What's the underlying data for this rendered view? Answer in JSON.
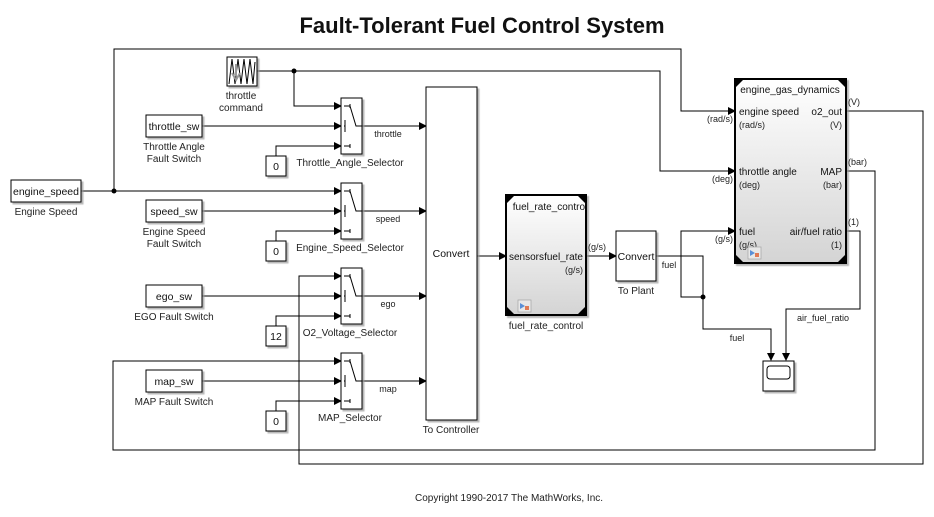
{
  "title": "Fault-Tolerant Fuel Control System",
  "copyright": "Copyright 1990-2017 The MathWorks, Inc.",
  "blocks": {
    "engine_speed": {
      "text": "engine_speed",
      "label": "Engine Speed"
    },
    "throttle_command": {
      "label_line1": "throttle",
      "label_line2": "command",
      "icon": "signal-builder-icon"
    },
    "throttle_sw": {
      "text": "throttle_sw",
      "label_line1": "Throttle Angle",
      "label_line2": "Fault Switch"
    },
    "speed_sw": {
      "text": "speed_sw",
      "label_line1": "Engine Speed",
      "label_line2": "Fault Switch"
    },
    "ego_sw": {
      "text": "ego_sw",
      "label": "EGO Fault Switch"
    },
    "map_sw": {
      "text": "map_sw",
      "label": "MAP Fault Switch"
    },
    "const_throttle": {
      "value": "0"
    },
    "const_speed": {
      "value": "0"
    },
    "const_ego": {
      "value": "12"
    },
    "const_map": {
      "value": "0"
    },
    "throttle_selector": {
      "label": "Throttle_Angle_Selector",
      "out_signal": "throttle"
    },
    "speed_selector": {
      "label": "Engine_Speed_Selector",
      "out_signal": "speed"
    },
    "o2_selector": {
      "label": "O2_Voltage_Selector",
      "out_signal": "ego"
    },
    "map_selector": {
      "label": "MAP_Selector",
      "out_signal": "map"
    },
    "to_controller": {
      "text": "Convert",
      "label": "To Controller"
    },
    "fuel_rate_control": {
      "header": "fuel_rate_control",
      "in_port": "sensors",
      "out_port": "fuel_rate",
      "out_unit": "(g/s)",
      "label": "fuel_rate_control",
      "out_line_unit": "(g/s)"
    },
    "to_plant": {
      "text": "Convert",
      "label": "To Plant",
      "out_signal": "fuel"
    },
    "engine_gas_dynamics": {
      "header": "engine_gas_dynamics",
      "inputs": [
        {
          "name": "engine speed",
          "unit": "(rad/s)",
          "line_unit": "(rad/s)"
        },
        {
          "name": "throttle angle",
          "unit": "(deg)",
          "line_unit": "(deg)"
        },
        {
          "name": "fuel",
          "unit": "(g/s)",
          "line_unit": "(g/s)"
        }
      ],
      "outputs": [
        {
          "name": "o2_out",
          "unit": "(V)",
          "line_unit": "(V)"
        },
        {
          "name": "MAP",
          "unit": "(bar)",
          "line_unit": "(bar)"
        },
        {
          "name": "air/fuel ratio",
          "unit": "(1)",
          "line_unit": "(1)"
        }
      ]
    },
    "scope": {
      "icon": "scope-icon",
      "signal_fuel": "fuel",
      "signal_afr": "air_fuel_ratio"
    }
  }
}
